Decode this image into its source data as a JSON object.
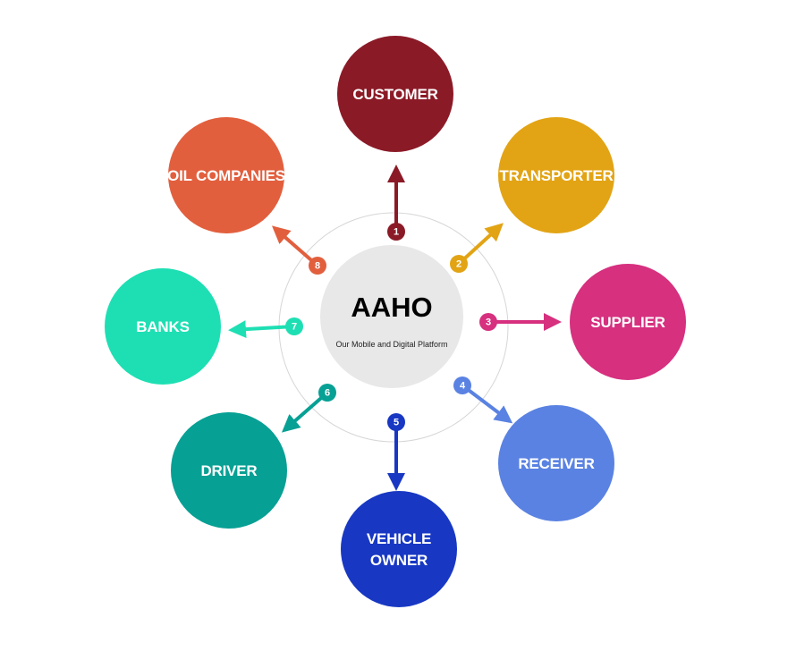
{
  "center": {
    "title": "AAHO",
    "subtitle": "Our Mobile and Digital Platform"
  },
  "nodes": [
    {
      "number": "1",
      "lines": [
        "CUSTOMER"
      ],
      "color": "#8B1A27"
    },
    {
      "number": "2",
      "lines": [
        "TRANSPORTER"
      ],
      "color": "#E2A415"
    },
    {
      "number": "3",
      "lines": [
        "SUPPLIER"
      ],
      "color": "#D6307F"
    },
    {
      "number": "4",
      "lines": [
        "RECEIVER"
      ],
      "color": "#5A82E2"
    },
    {
      "number": "5",
      "lines": [
        "VEHICLE",
        "OWNER"
      ],
      "color": "#1838C3"
    },
    {
      "number": "6",
      "lines": [
        "DRIVER"
      ],
      "color": "#07A094"
    },
    {
      "number": "7",
      "lines": [
        "BANKS"
      ],
      "color": "#1EDFB3"
    },
    {
      "number": "8",
      "lines": [
        "OIL COMPANIES"
      ],
      "color": "#E25F3E"
    }
  ],
  "colors": {
    "center_fill": "#E8E8E8",
    "ring_stroke": "#D6D6D6"
  }
}
